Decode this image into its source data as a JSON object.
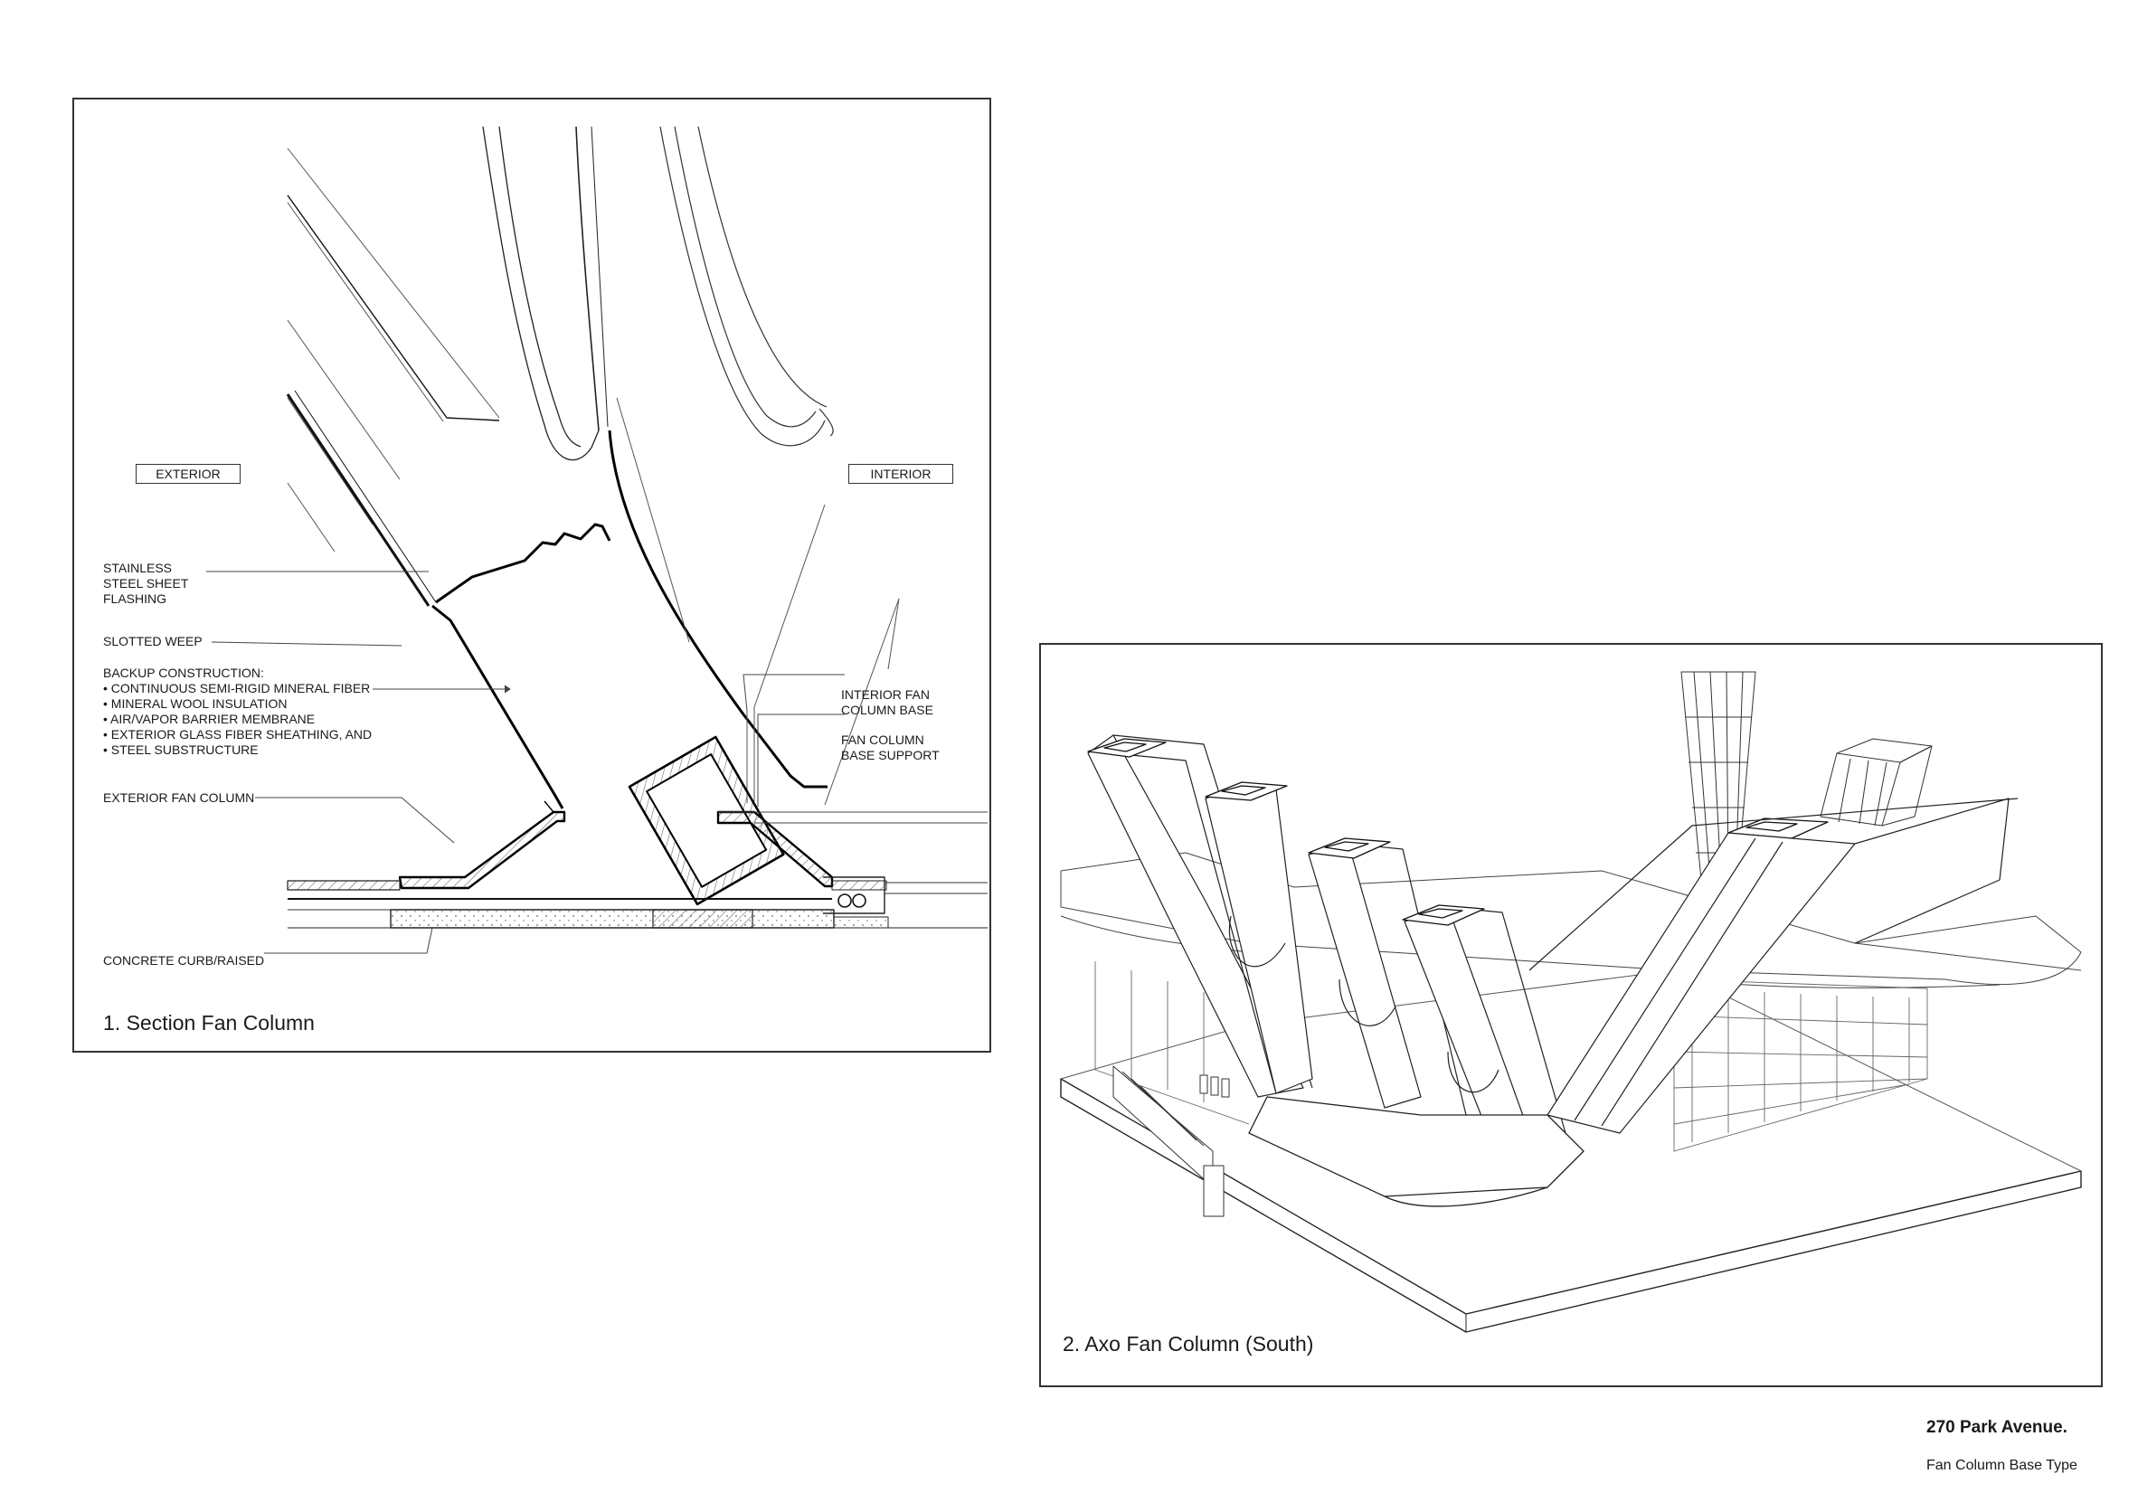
{
  "section": {
    "exterior_tag": "EXTERIOR",
    "interior_tag": "INTERIOR",
    "callouts": {
      "flashing": "STAINLESS\nSTEEL SHEET\nFLASHING",
      "weep": "SLOTTED WEEP",
      "backup": "BACKUP CONSTRUCTION:\n• CONTINUOUS SEMI-RIGID MINERAL FIBER\n• MINERAL WOOL INSULATION\n• AIR/VAPOR BARRIER MEMBRANE\n• EXTERIOR GLASS FIBER SHEATHING, AND\n• STEEL SUBSTRUCTURE",
      "exterior_fan_column": "EXTERIOR FAN COLUMN",
      "concrete_curb": "CONCRETE CURB/RAISED",
      "interior_fan_base": "INTERIOR FAN\nCOLUMN BASE",
      "fan_base_support": "FAN COLUMN\nBASE SUPPORT"
    },
    "caption": "1.  Section Fan Column"
  },
  "axo": {
    "caption": "2. Axo Fan Column (South)"
  },
  "title_block": {
    "project": "270 Park Avenue.",
    "sheet": "Fan Column Base Type"
  }
}
